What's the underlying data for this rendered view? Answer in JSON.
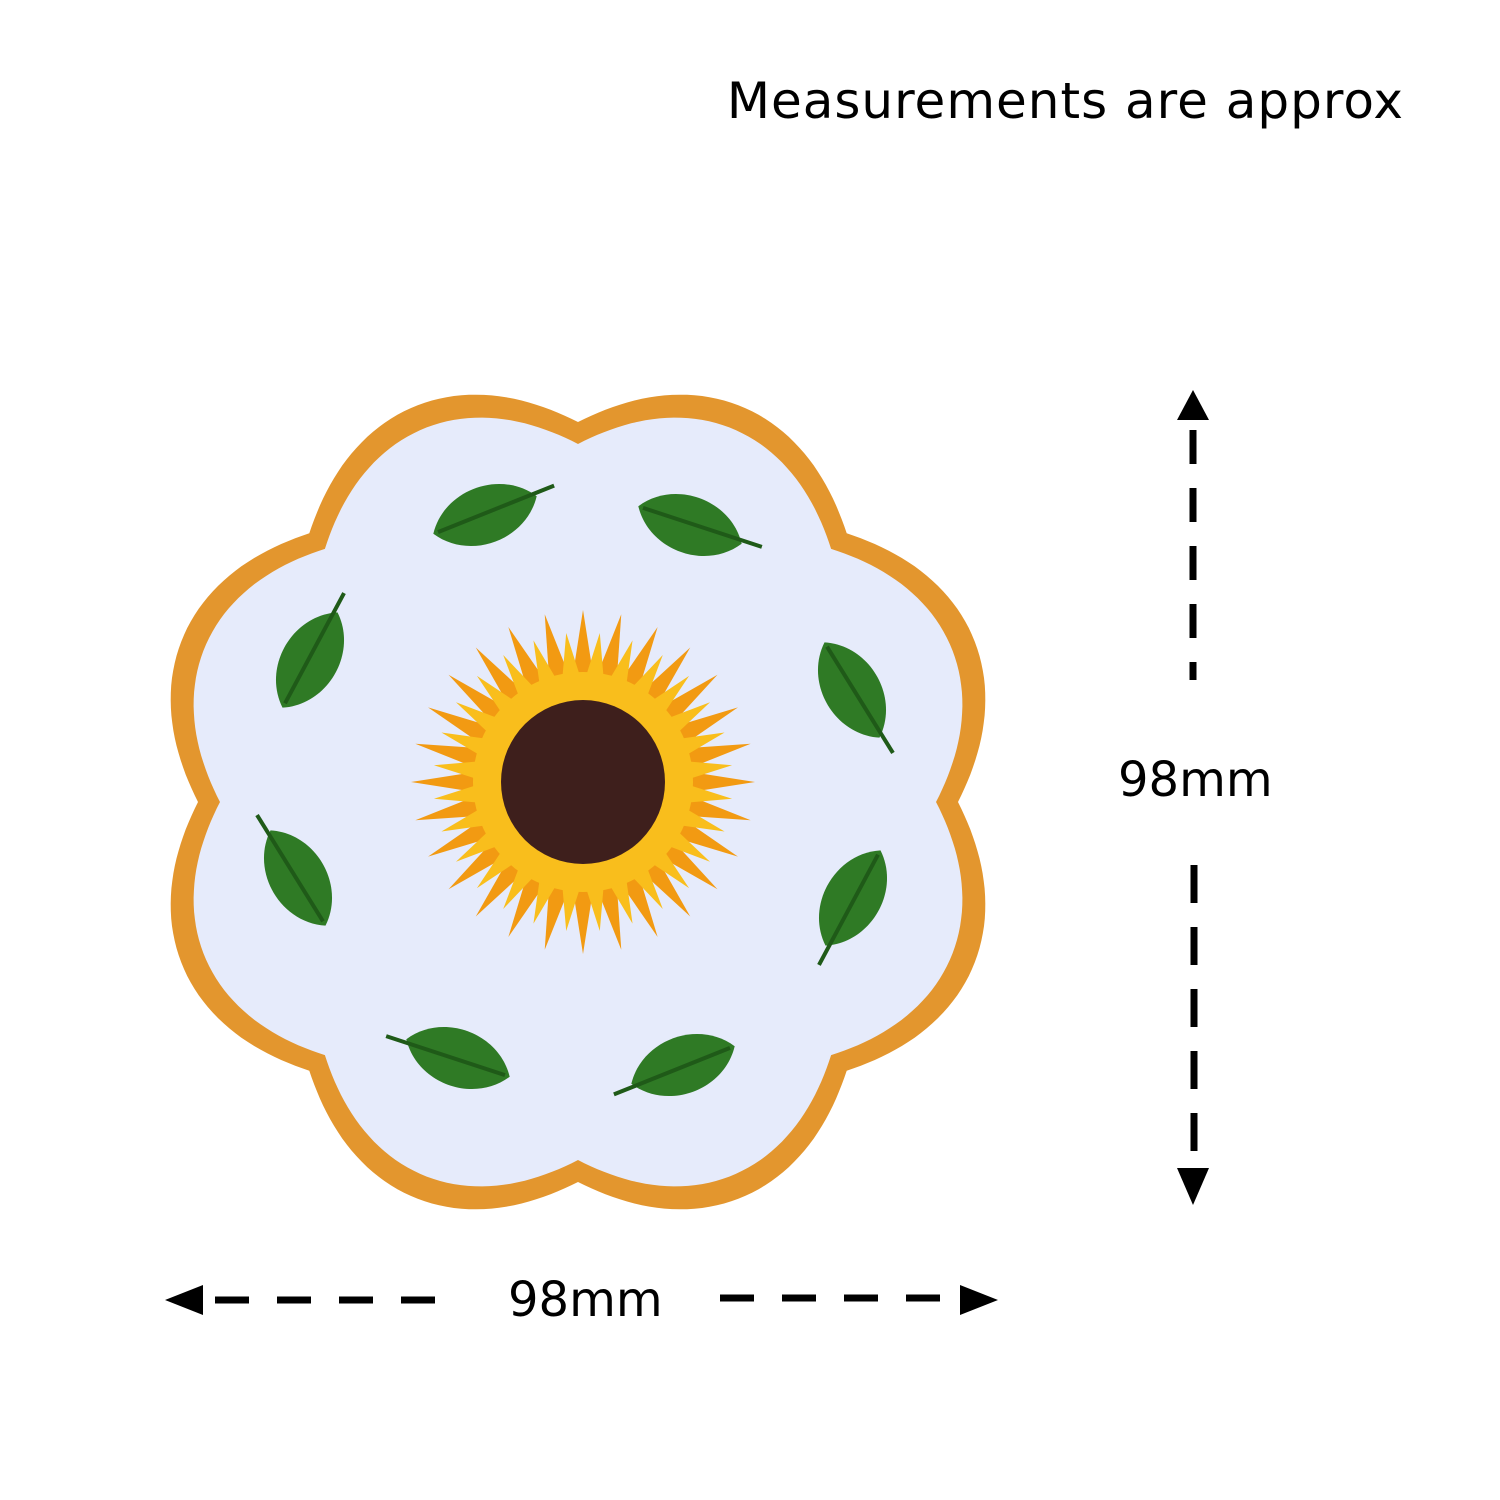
{
  "caption": "Measurements are approx",
  "width_label": "98mm",
  "height_label": "98mm",
  "colors": {
    "border": "#e3962e",
    "fabric": "#e6ebfb",
    "leaf": "#2f7a25",
    "leaf_vein": "#1f5a18",
    "petal": "#f9be1c",
    "petal_dark": "#f29a12",
    "disk": "#3e1f1c",
    "arrow": "#000000"
  },
  "leaf_count": 8,
  "petal_count": 28
}
